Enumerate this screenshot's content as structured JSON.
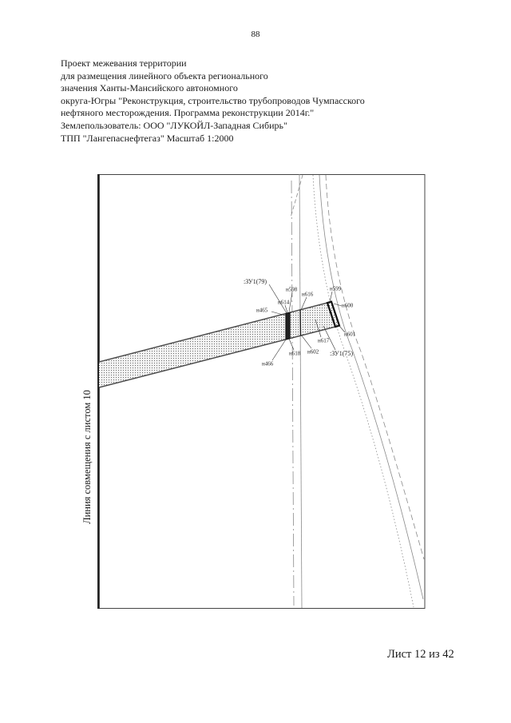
{
  "page_number": "88",
  "header": {
    "lines": [
      "Проект межевания территории",
      "для размещения линейного объекта регионального",
      "значения Ханты-Мансийского автономного",
      "округа-Югры \"Реконструкция, строительство трубопроводов Чумпасского",
      "нефтяного месторождения. Программа реконструкции 2014г.\"",
      "Землепользователь: ООО \"ЛУКОЙЛ-Западная Сибирь\"",
      "ТПП \"Лангепаснефтегаз\" Масштаб 1:2000"
    ]
  },
  "map": {
    "match_line_label": "Линия совмещения с листом 10",
    "parcel_labels": {
      "zu1_79": ":ЗУ1(79)",
      "zu1_75": ":ЗУ1(75)"
    },
    "point_labels": {
      "n598": "н598",
      "n616": "н616",
      "n599": "н599",
      "n614": "н614",
      "n465": "н465",
      "n600": "н600",
      "n601": "н601",
      "n617": "н617",
      "n618": "н618",
      "n602": "н602",
      "n466": "н466"
    }
  },
  "footer": {
    "sheet": "Лист 12 из 42"
  }
}
